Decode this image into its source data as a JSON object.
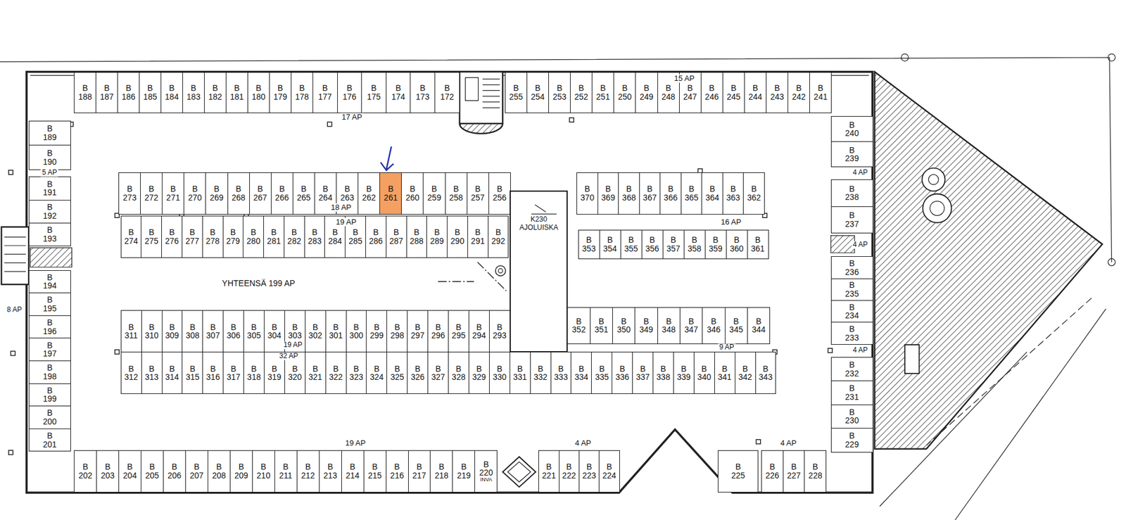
{
  "diagram": {
    "nodes": [
      {
        "text": [
          "B",
          "188"
        ]
      },
      {
        "text": [
          "B",
          "187"
        ]
      },
      {
        "text": [
          "B",
          "186"
        ]
      },
      {
        "text": [
          "B",
          "185"
        ]
      },
      {
        "text": [
          "B",
          "184"
        ]
      },
      {
        "text": [
          "B",
          "183"
        ]
      },
      {
        "text": [
          "B",
          "182"
        ]
      },
      {
        "text": [
          "B",
          "181"
        ]
      },
      {
        "text": [
          "B",
          "180"
        ]
      },
      {
        "text": [
          "B",
          "179"
        ]
      },
      {
        "text": [
          "B",
          "178"
        ]
      },
      {
        "text": [
          "B",
          "177"
        ]
      },
      {
        "text": [
          "B",
          "176"
        ]
      },
      {
        "text": [
          "B",
          "175"
        ]
      },
      {
        "text": [
          "B",
          "174"
        ]
      },
      {
        "text": [
          "B",
          "173"
        ]
      },
      {
        "text": [
          "B",
          "172"
        ]
      },
      {
        "text": [
          "B",
          "255"
        ]
      },
      {
        "text": [
          "B",
          "254"
        ]
      },
      {
        "text": [
          "B",
          "253"
        ]
      },
      {
        "text": [
          "B",
          "252"
        ]
      },
      {
        "text": [
          "B",
          "251"
        ]
      },
      {
        "text": [
          "B",
          "250"
        ]
      },
      {
        "text": [
          "B",
          "249"
        ]
      },
      {
        "text": [
          "B",
          "248"
        ]
      },
      {
        "text": [
          "B",
          "247"
        ]
      },
      {
        "text": [
          "B",
          "246"
        ]
      },
      {
        "text": [
          "B",
          "245"
        ]
      },
      {
        "text": [
          "B",
          "244"
        ]
      },
      {
        "text": [
          "B",
          "243"
        ]
      },
      {
        "text": [
          "B",
          "242"
        ]
      },
      {
        "text": [
          "B",
          "241"
        ]
      },
      {
        "text": [
          "B",
          "189"
        ]
      },
      {
        "text": [
          "B",
          "190"
        ]
      },
      {
        "text": [
          "B",
          "191"
        ]
      },
      {
        "text": [
          "B",
          "192"
        ]
      },
      {
        "text": [
          "B",
          "193"
        ]
      },
      {
        "text": [
          "B",
          "194"
        ]
      },
      {
        "text": [
          "B",
          "195"
        ]
      },
      {
        "text": [
          "B",
          "196"
        ]
      },
      {
        "text": [
          "B",
          "197"
        ]
      },
      {
        "text": [
          "B",
          "198"
        ]
      },
      {
        "text": [
          "B",
          "199"
        ]
      },
      {
        "text": [
          "B",
          "200"
        ]
      },
      {
        "text": [
          "B",
          "201"
        ]
      },
      {
        "text": [
          "B",
          "273"
        ]
      },
      {
        "text": [
          "B",
          "272"
        ]
      },
      {
        "text": [
          "B",
          "271"
        ]
      },
      {
        "text": [
          "B",
          "270"
        ]
      },
      {
        "text": [
          "B",
          "269"
        ]
      },
      {
        "text": [
          "B",
          "268"
        ]
      },
      {
        "text": [
          "B",
          "267"
        ]
      },
      {
        "text": [
          "B",
          "266"
        ]
      },
      {
        "text": [
          "B",
          "265"
        ]
      },
      {
        "text": [
          "B",
          "264"
        ]
      },
      {
        "text": [
          "B",
          "263"
        ]
      },
      {
        "text": [
          "B",
          "262"
        ]
      },
      {
        "text": [
          "B",
          "261"
        ]
      },
      {
        "text": [
          "B",
          "260"
        ]
      },
      {
        "text": [
          "B",
          "259"
        ]
      },
      {
        "text": [
          "B",
          "258"
        ]
      },
      {
        "text": [
          "B",
          "257"
        ]
      },
      {
        "text": [
          "B",
          "256"
        ]
      },
      {
        "text": [
          "B",
          "370"
        ]
      },
      {
        "text": [
          "B",
          "369"
        ]
      },
      {
        "text": [
          "B",
          "368"
        ]
      },
      {
        "text": [
          "B",
          "367"
        ]
      },
      {
        "text": [
          "B",
          "366"
        ]
      },
      {
        "text": [
          "B",
          "365"
        ]
      },
      {
        "text": [
          "B",
          "364"
        ]
      },
      {
        "text": [
          "B",
          "363"
        ]
      },
      {
        "text": [
          "B",
          "362"
        ]
      },
      {
        "text": [
          "B",
          "274"
        ]
      },
      {
        "text": [
          "B",
          "275"
        ]
      },
      {
        "text": [
          "B",
          "276"
        ]
      },
      {
        "text": [
          "B",
          "277"
        ]
      },
      {
        "text": [
          "B",
          "278"
        ]
      },
      {
        "text": [
          "B",
          "279"
        ]
      },
      {
        "text": [
          "B",
          "280"
        ]
      },
      {
        "text": [
          "B",
          "281"
        ]
      },
      {
        "text": [
          "B",
          "282"
        ]
      },
      {
        "text": [
          "B",
          "283"
        ]
      },
      {
        "text": [
          "B",
          "284"
        ]
      },
      {
        "text": [
          "B",
          "285"
        ]
      },
      {
        "text": [
          "B",
          "286"
        ]
      },
      {
        "text": [
          "B",
          "287"
        ]
      },
      {
        "text": [
          "B",
          "288"
        ]
      },
      {
        "text": [
          "B",
          "289"
        ]
      },
      {
        "text": [
          "B",
          "290"
        ]
      },
      {
        "text": [
          "B",
          "291"
        ]
      },
      {
        "text": [
          "B",
          "292"
        ]
      },
      {
        "text": [
          "B",
          "353"
        ]
      },
      {
        "text": [
          "B",
          "354"
        ]
      },
      {
        "text": [
          "B",
          "355"
        ]
      },
      {
        "text": [
          "B",
          "356"
        ]
      },
      {
        "text": [
          "B",
          "357"
        ]
      },
      {
        "text": [
          "B",
          "358"
        ]
      },
      {
        "text": [
          "B",
          "359"
        ]
      },
      {
        "text": [
          "B",
          "360"
        ]
      },
      {
        "text": [
          "B",
          "361"
        ]
      },
      {
        "text": [
          "K230",
          "AJOLUISKA"
        ]
      },
      {
        "text": [
          "B",
          "311"
        ]
      },
      {
        "text": [
          "B",
          "310"
        ]
      },
      {
        "text": [
          "B",
          "309"
        ]
      },
      {
        "text": [
          "B",
          "308"
        ]
      },
      {
        "text": [
          "B",
          "307"
        ]
      },
      {
        "text": [
          "B",
          "306"
        ]
      },
      {
        "text": [
          "B",
          "305"
        ]
      },
      {
        "text": [
          "B",
          "304"
        ]
      },
      {
        "text": [
          "B",
          "303"
        ]
      },
      {
        "text": [
          "B",
          "302"
        ]
      },
      {
        "text": [
          "B",
          "301"
        ]
      },
      {
        "text": [
          "B",
          "300"
        ]
      },
      {
        "text": [
          "B",
          "299"
        ]
      },
      {
        "text": [
          "B",
          "298"
        ]
      },
      {
        "text": [
          "B",
          "297"
        ]
      },
      {
        "text": [
          "B",
          "296"
        ]
      },
      {
        "text": [
          "B",
          "295"
        ]
      },
      {
        "text": [
          "B",
          "294"
        ]
      },
      {
        "text": [
          "B",
          "293"
        ]
      },
      {
        "text": [
          "B",
          "352"
        ]
      },
      {
        "text": [
          "B",
          "351"
        ]
      },
      {
        "text": [
          "B",
          "350"
        ]
      },
      {
        "text": [
          "B",
          "349"
        ]
      },
      {
        "text": [
          "B",
          "348"
        ]
      },
      {
        "text": [
          "B",
          "347"
        ]
      },
      {
        "text": [
          "B",
          "346"
        ]
      },
      {
        "text": [
          "B",
          "345"
        ]
      },
      {
        "text": [
          "B",
          "344"
        ]
      },
      {
        "text": [
          "B",
          "312"
        ]
      },
      {
        "text": [
          "B",
          "313"
        ]
      },
      {
        "text": [
          "B",
          "314"
        ]
      },
      {
        "text": [
          "B",
          "315"
        ]
      },
      {
        "text": [
          "B",
          "316"
        ]
      },
      {
        "text": [
          "B",
          "317"
        ]
      },
      {
        "text": [
          "B",
          "318"
        ]
      },
      {
        "text": [
          "B",
          "319"
        ]
      },
      {
        "text": [
          "B",
          "320"
        ]
      },
      {
        "text": [
          "B",
          "321"
        ]
      },
      {
        "text": [
          "B",
          "322"
        ]
      },
      {
        "text": [
          "B",
          "323"
        ]
      },
      {
        "text": [
          "B",
          "324"
        ]
      },
      {
        "text": [
          "B",
          "325"
        ]
      },
      {
        "text": [
          "B",
          "326"
        ]
      },
      {
        "text": [
          "B",
          "327"
        ]
      },
      {
        "text": [
          "B",
          "328"
        ]
      },
      {
        "text": [
          "B",
          "329"
        ]
      },
      {
        "text": [
          "B",
          "330"
        ]
      },
      {
        "text": [
          "B",
          "331"
        ]
      },
      {
        "text": [
          "B",
          "332"
        ]
      },
      {
        "text": [
          "B",
          "333"
        ]
      },
      {
        "text": [
          "B",
          "334"
        ]
      },
      {
        "text": [
          "B",
          "335"
        ]
      },
      {
        "text": [
          "B",
          "336"
        ]
      },
      {
        "text": [
          "B",
          "337"
        ]
      },
      {
        "text": [
          "B",
          "338"
        ]
      },
      {
        "text": [
          "B",
          "339"
        ]
      },
      {
        "text": [
          "B",
          "340"
        ]
      },
      {
        "text": [
          "B",
          "341"
        ]
      },
      {
        "text": [
          "B",
          "342"
        ]
      },
      {
        "text": [
          "B",
          "343"
        ]
      },
      {
        "text": [
          "B",
          "240"
        ]
      },
      {
        "text": [
          "B",
          "239"
        ]
      },
      {
        "text": [
          "B",
          "238"
        ]
      },
      {
        "text": [
          "B",
          "237"
        ]
      },
      {
        "text": [
          "B",
          "236"
        ]
      },
      {
        "text": [
          "B",
          "235"
        ]
      },
      {
        "text": [
          "B",
          "234"
        ]
      },
      {
        "text": [
          "B",
          "233"
        ]
      },
      {
        "text": [
          "B",
          "232"
        ]
      },
      {
        "text": [
          "B",
          "231"
        ]
      },
      {
        "text": [
          "B",
          "230"
        ]
      },
      {
        "text": [
          "B",
          "229"
        ]
      },
      {
        "text": [
          "B",
          "202"
        ]
      },
      {
        "text": [
          "B",
          "203"
        ]
      },
      {
        "text": [
          "B",
          "204"
        ]
      },
      {
        "text": [
          "B",
          "205"
        ]
      },
      {
        "text": [
          "B",
          "206"
        ]
      },
      {
        "text": [
          "B",
          "207"
        ]
      },
      {
        "text": [
          "B",
          "208"
        ]
      },
      {
        "text": [
          "B",
          "209"
        ]
      },
      {
        "text": [
          "B",
          "210"
        ]
      },
      {
        "text": [
          "B",
          "211"
        ]
      },
      {
        "text": [
          "B",
          "212"
        ]
      },
      {
        "text": [
          "B",
          "213"
        ]
      },
      {
        "text": [
          "B",
          "214"
        ]
      },
      {
        "text": [
          "B",
          "215"
        ]
      },
      {
        "text": [
          "B",
          "216"
        ]
      },
      {
        "text": [
          "B",
          "217"
        ]
      },
      {
        "text": [
          "B",
          "218"
        ]
      },
      {
        "text": [
          "B",
          "219"
        ]
      },
      {
        "text": [
          "B",
          "220",
          "INVA"
        ]
      },
      {
        "text": [
          "B",
          "221"
        ]
      },
      {
        "text": [
          "B",
          "222"
        ]
      },
      {
        "text": [
          "B",
          "223"
        ]
      },
      {
        "text": [
          "B",
          "224"
        ]
      },
      {
        "text": [
          "B",
          "225"
        ]
      },
      {
        "text": [
          "B",
          "226"
        ]
      },
      {
        "text": [
          "B",
          "227"
        ]
      },
      {
        "text": [
          "B",
          "228"
        ]
      }
    ],
    "labels": [
      "15 AP",
      "17 AP",
      "5 AP",
      "8 AP",
      "18 AP",
      "19 AP",
      "YHTEENSÄ 199 AP",
      "16 AP",
      "19 AP",
      "32 AP",
      "9 AP",
      "4 AP",
      "4 AP",
      "4 AP",
      "19 AP",
      "4 AP",
      "4 AP"
    ]
  }
}
